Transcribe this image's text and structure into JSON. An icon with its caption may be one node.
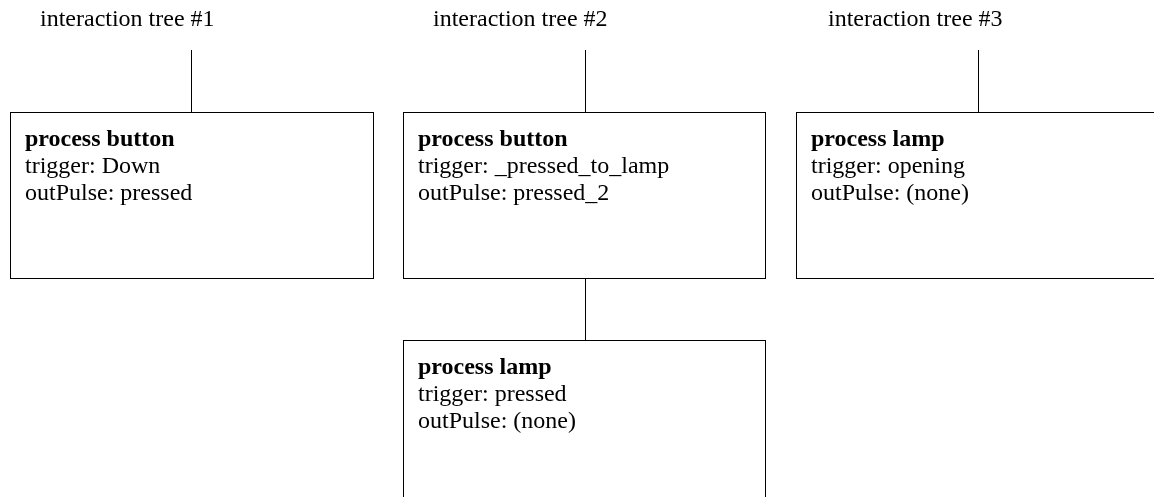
{
  "diagram": {
    "nodes": [
      {
        "text": [
          "interaction tree #1"
        ]
      },
      {
        "text": [
          "process button",
          "trigger: Down",
          "outPulse: pressed"
        ]
      },
      {
        "text": [
          "interaction tree #2"
        ]
      },
      {
        "text": [
          "process button",
          "trigger: _pressed_to_lamp",
          "outPulse: pressed_2"
        ]
      },
      {
        "text": [
          "process lamp",
          "trigger: pressed",
          "outPulse: (none)"
        ]
      },
      {
        "text": [
          "interaction tree #3"
        ]
      },
      {
        "text": [
          "process lamp",
          "trigger: opening",
          "outPulse: (none)"
        ]
      }
    ],
    "edges": [
      {
        "from": 0,
        "to": 1,
        "arrow": "none"
      },
      {
        "from": 2,
        "to": 3,
        "arrow": "none"
      },
      {
        "from": 3,
        "to": 4,
        "arrow": "none"
      },
      {
        "from": 5,
        "to": 6,
        "arrow": "none"
      }
    ]
  }
}
